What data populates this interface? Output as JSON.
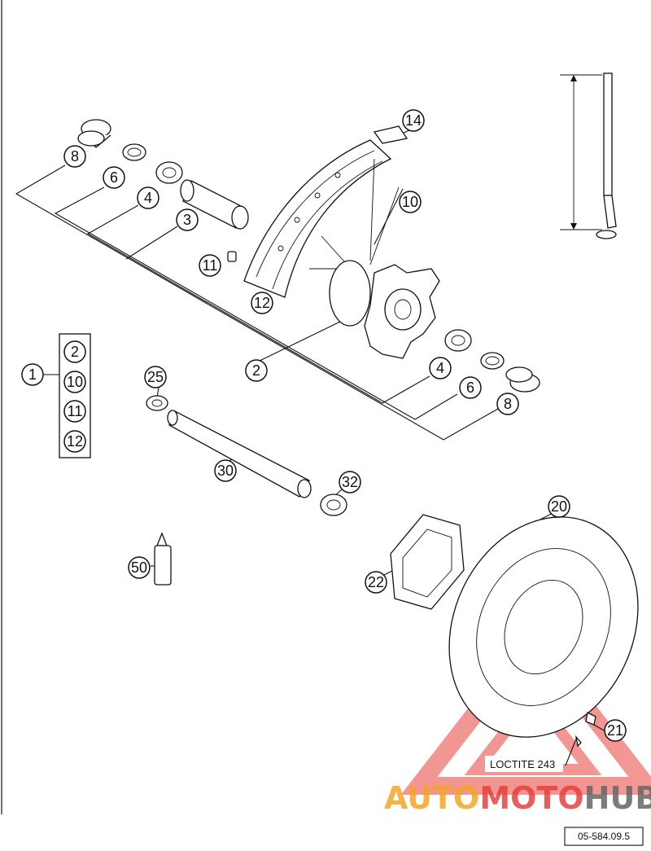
{
  "callouts": {
    "c8a": "8",
    "c6a": "6",
    "c4a": "4",
    "c3": "3",
    "c11": "11",
    "c12": "12",
    "c14": "14",
    "c10": "10",
    "c2": "2",
    "c4b": "4",
    "c6b": "6",
    "c8b": "8",
    "c25": "25",
    "c30": "30",
    "c32": "32",
    "c50": "50",
    "c20": "20",
    "c22": "22",
    "c21": "21",
    "c1": "1"
  },
  "kit": {
    "items": [
      "2",
      "10",
      "11",
      "12"
    ]
  },
  "note": {
    "loctite": "LOCTITE 243"
  },
  "reference": {
    "code": "05-584.09.5"
  },
  "watermark": {
    "part1": "AUTO",
    "part2": "MOTO",
    "part3": "HUB",
    "color_orange": "#f5a623",
    "color_red": "#e8413c",
    "color_gray": "#666666"
  }
}
